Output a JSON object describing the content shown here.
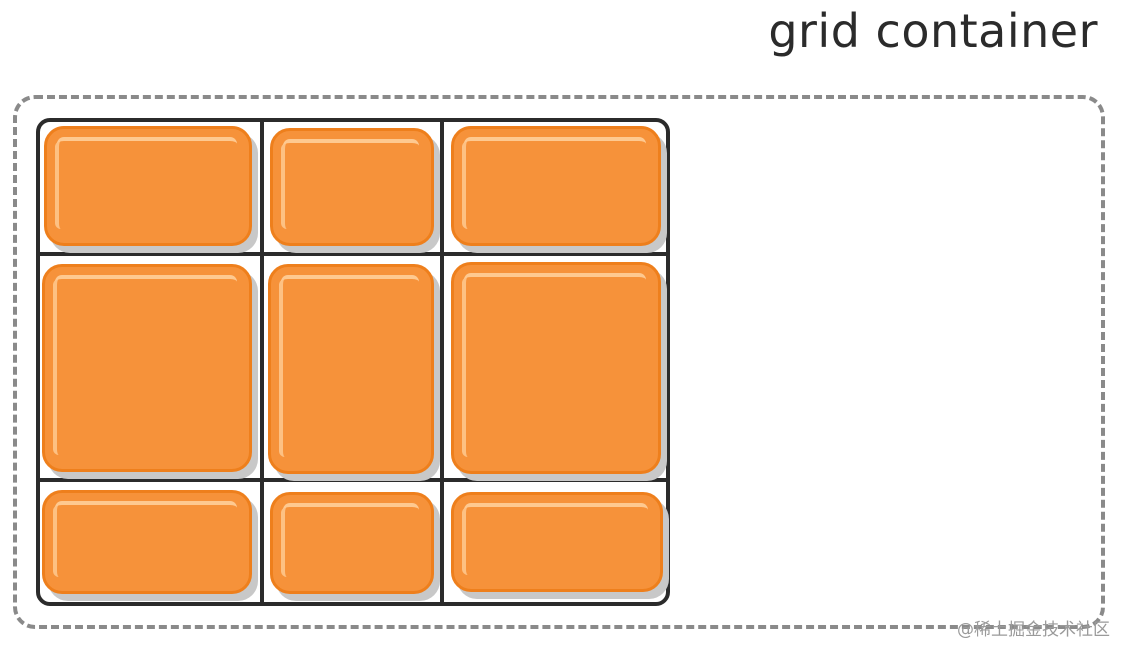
{
  "diagram": {
    "title": "grid container",
    "grid": {
      "rows": 3,
      "columns": 3,
      "item_count": 9
    },
    "colors": {
      "item_fill": "#f6923a",
      "item_border": "#ee7f1c",
      "grid_lines": "#2b2b2b",
      "container_border": "#8a8a8a"
    }
  },
  "watermark": "@稀土掘金技术社区"
}
